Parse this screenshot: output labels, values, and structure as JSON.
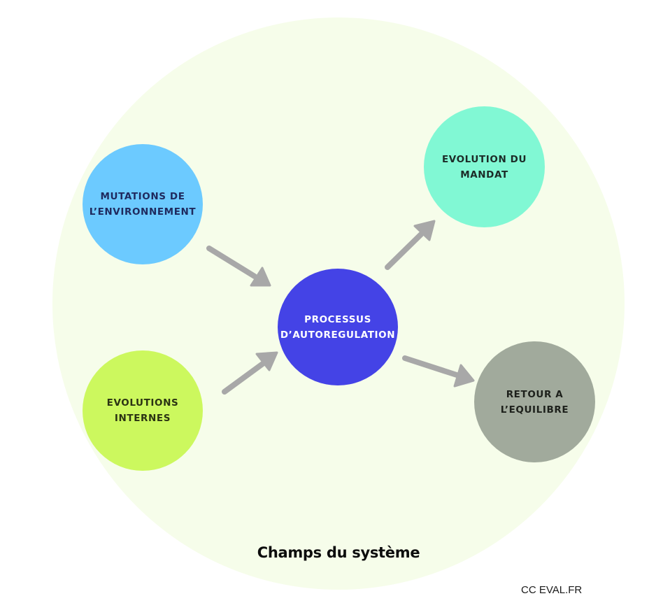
{
  "diagram": {
    "field_label": "Champs du système",
    "credit": "CC EVAL.FR",
    "nodes": {
      "mutations": "MUTATIONS DE\nL’ENVIRONNEMENT",
      "internes": "EVOLUTIONS\nINTERNES",
      "processus": "PROCESSUS\nD’AUTOREGULATION",
      "mandat": "EVOLUTION DU\nMANDAT",
      "equilibre": "RETOUR A\nL’EQUILIBRE"
    },
    "edges": [
      {
        "from": "mutations",
        "to": "processus"
      },
      {
        "from": "internes",
        "to": "processus"
      },
      {
        "from": "processus",
        "to": "mandat"
      },
      {
        "from": "processus",
        "to": "equilibre"
      }
    ],
    "colors": {
      "field": "#f6fdea",
      "mutations": "#6ccaff",
      "internes": "#ccf85e",
      "processus": "#4443e6",
      "mandat": "#81f8d4",
      "equilibre": "#a1aa9c",
      "arrow": "#a8a8a8"
    }
  }
}
